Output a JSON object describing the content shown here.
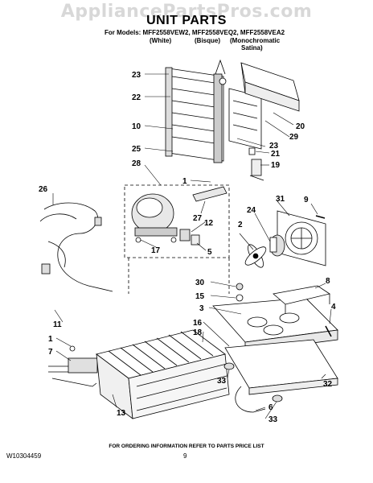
{
  "watermark": "AppliancePartsPros.com",
  "title": "UNIT PARTS",
  "models_line": "For Models: MFF2558VEW2, MFF2558VEQ2, MFF2558VEA2",
  "variants": {
    "white": "(White)",
    "bisque": "(Bisque)",
    "mono_1": "(Monochromatic",
    "mono_2": "Satina)"
  },
  "callouts": {
    "c1": "1",
    "c1b": "1",
    "c2": "2",
    "c3": "3",
    "c4": "4",
    "c5": "5",
    "c6": "6",
    "c7": "7",
    "c8": "8",
    "c9": "9",
    "c10": "10",
    "c11": "11",
    "c12": "12",
    "c13": "13",
    "c15": "15",
    "c16": "16",
    "c17": "17",
    "c18": "18",
    "c19": "19",
    "c20": "20",
    "c21": "21",
    "c22": "22",
    "c23a": "23",
    "c23b": "23",
    "c24": "24",
    "c25": "25",
    "c26": "26",
    "c27": "27",
    "c28": "28",
    "c29": "29",
    "c30": "30",
    "c31": "31",
    "c32": "32",
    "c33a": "33",
    "c33b": "33"
  },
  "footer_note": "FOR ORDERING INFORMATION REFER TO PARTS PRICE LIST",
  "doc_number": "W10304459",
  "page_number": "9"
}
